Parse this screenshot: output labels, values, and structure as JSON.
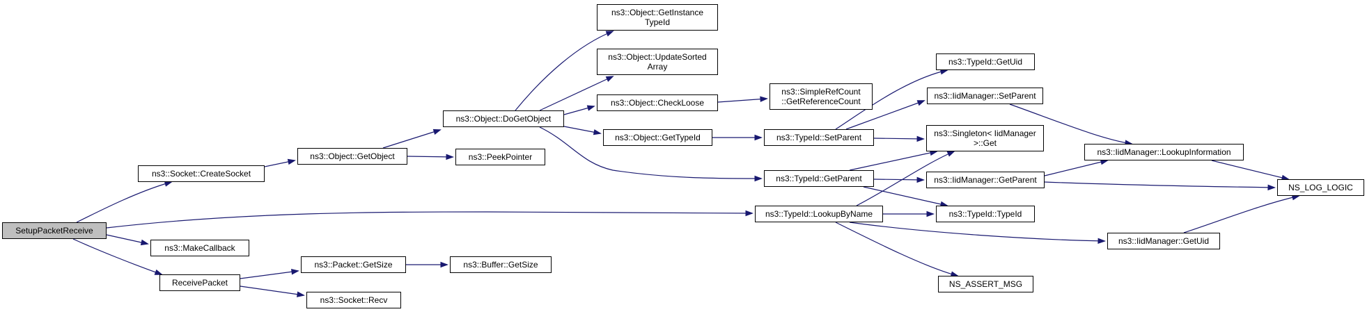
{
  "graph": {
    "edge_color": "#191970",
    "root_fill": "#bfbfbf",
    "nodes": {
      "setup": "SetupPacketReceive",
      "create_socket": "ns3::Socket::CreateSocket",
      "make_callback": "ns3::MakeCallback",
      "receive_packet": "ReceivePacket",
      "get_object": "ns3::Object::GetObject",
      "packet_get_size": "ns3::Packet::GetSize",
      "socket_recv": "ns3::Socket::Recv",
      "do_get_object": "ns3::Object::DoGetObject",
      "peek_pointer": "ns3::PeekPointer",
      "buffer_get_size": "ns3::Buffer::GetSize",
      "get_instance_type_id": "ns3::Object::GetInstance\nTypeId",
      "update_sorted_array": "ns3::Object::UpdateSorted\nArray",
      "check_loose": "ns3::Object::CheckLoose",
      "object_get_type_id": "ns3::Object::GetTypeId",
      "typeid_get_uid": "ns3::TypeId::GetUid",
      "typeid_set_parent": "ns3::TypeId::SetParent",
      "typeid_get_parent": "ns3::TypeId::GetParent",
      "typeid_lookup_by_name": "ns3::TypeId::LookupByName",
      "get_reference_count": "ns3::SimpleRefCount\n::GetReferenceCount",
      "iid_set_parent": "ns3::IidManager::SetParent",
      "singleton_get": "ns3::Singleton< IidManager\n>::Get",
      "iid_get_parent": "ns3::IidManager::GetParent",
      "typeid_typeid": "ns3::TypeId::TypeId",
      "ns_assert_msg": "NS_ASSERT_MSG",
      "iid_lookup_information": "ns3::IidManager::LookupInformation",
      "iid_get_uid": "ns3::IidManager::GetUid",
      "ns_log_logic": "NS_LOG_LOGIC"
    }
  }
}
